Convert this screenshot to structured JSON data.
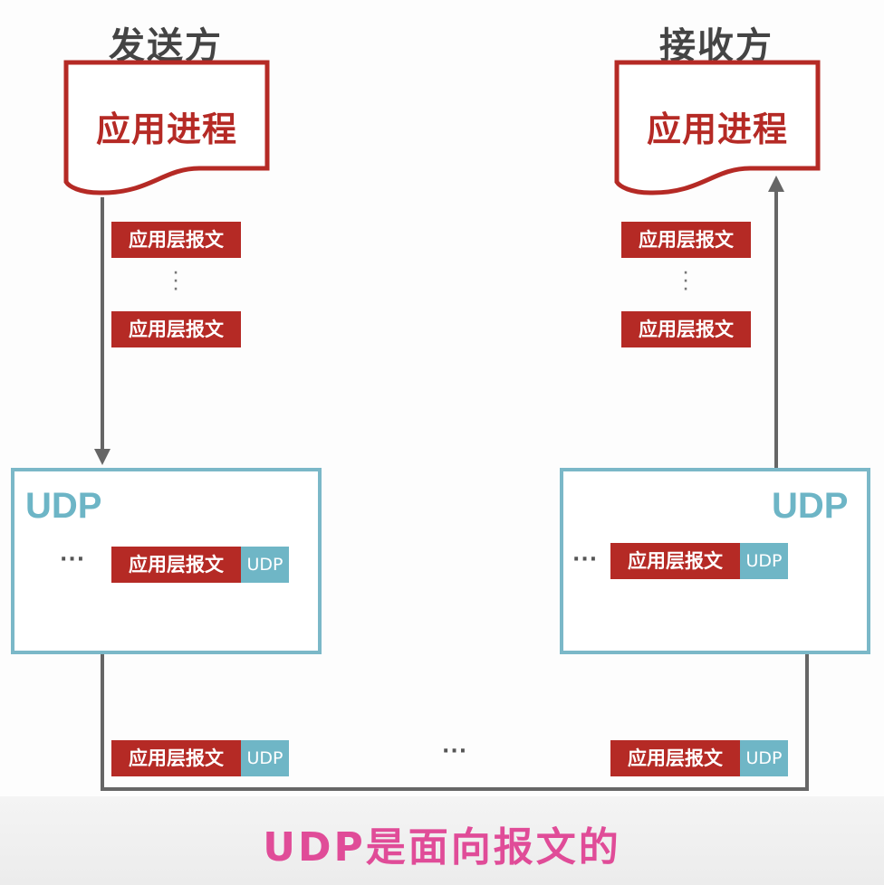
{
  "sender": {
    "title": "发送方",
    "process": "应用进程"
  },
  "receiver": {
    "title": "接收方",
    "process": "应用进程"
  },
  "message_label": "应用层报文",
  "udp_tag": "UDP",
  "udp_box_label": "UDP",
  "ellipsis": "···",
  "vertical_dots": "·\n·\n·",
  "footer": "UDP是面向报文的",
  "colors": {
    "accent_red": "#b52a25",
    "udp_blue": "#6fb6c6",
    "footer_pink": "#e04c98",
    "line_gray": "#666666"
  }
}
